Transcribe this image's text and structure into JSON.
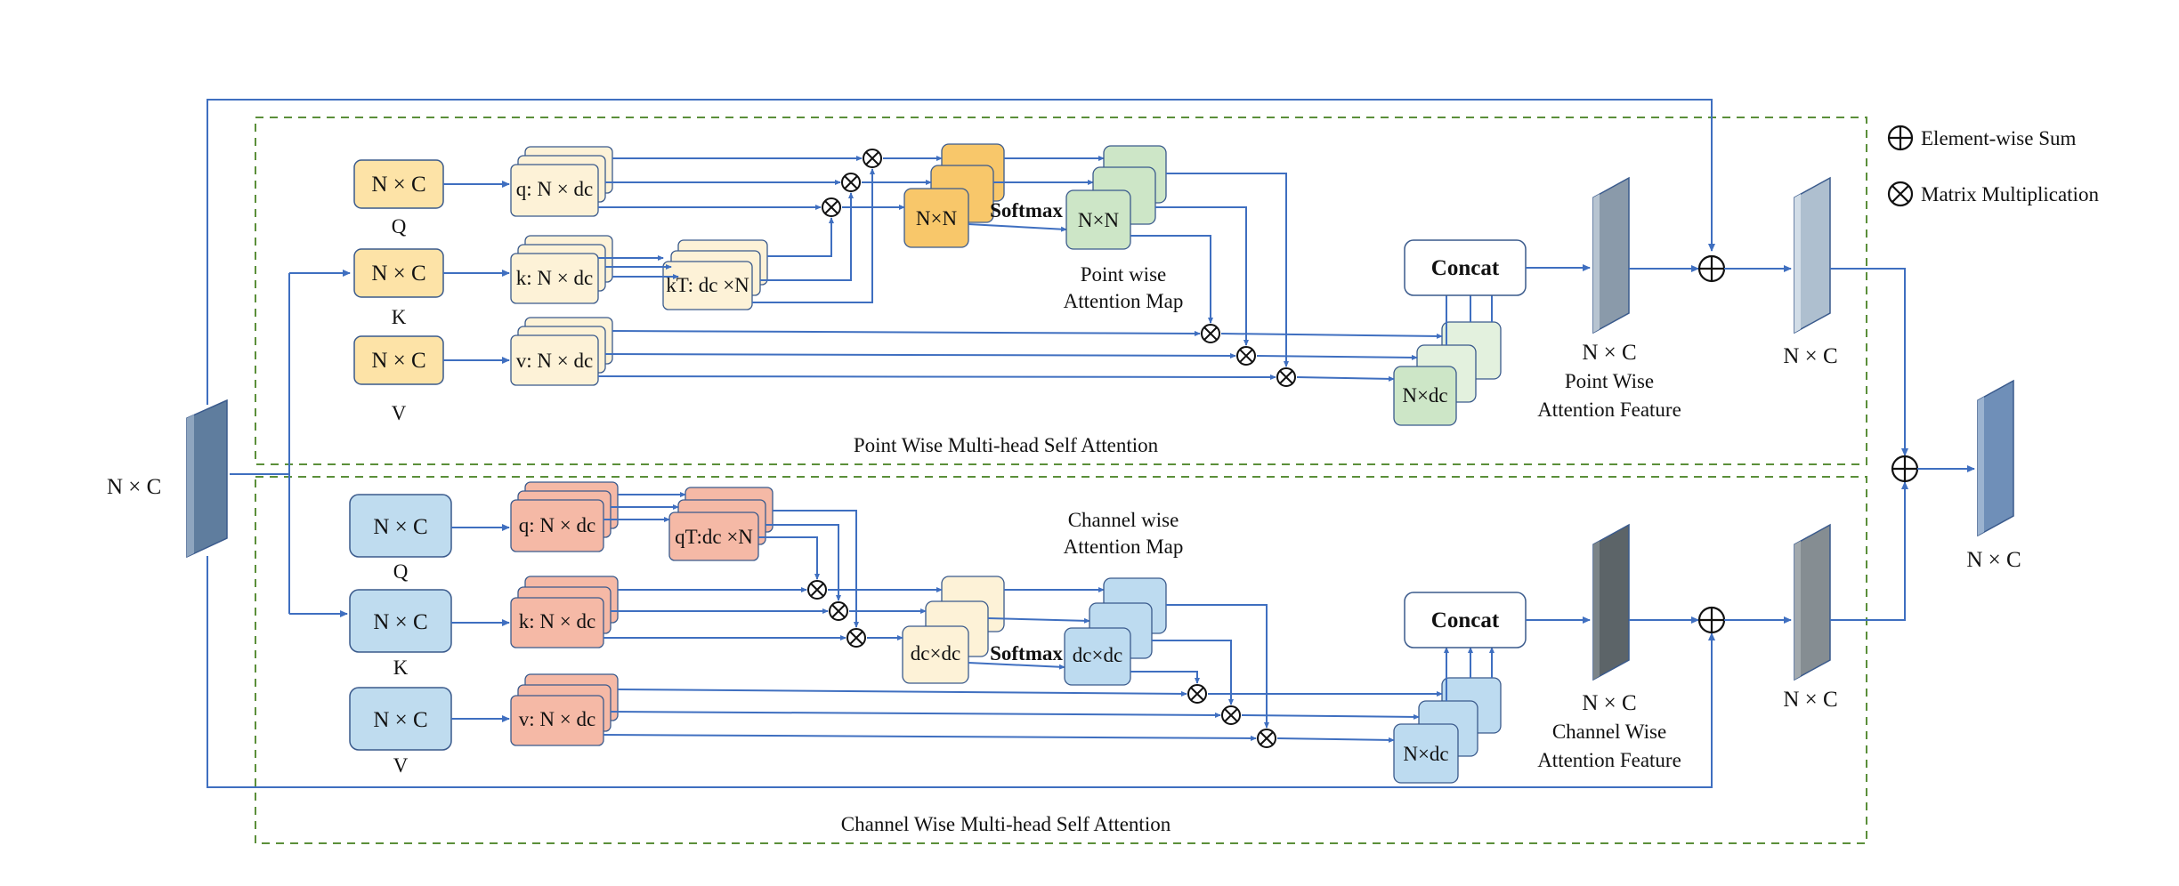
{
  "labels": {
    "input_dim": "N × C",
    "nc": "N × C",
    "q": "Q",
    "k": "K",
    "v": "V",
    "q_point": "q: N × dc",
    "k_point": "k: N × dc",
    "kT_point": "kT: dc ×N",
    "v_point": "v: N × dc",
    "nxn": "N×N",
    "softmax": "Softmax",
    "point_map": [
      "Point wise",
      "Attention Map"
    ],
    "concat": "Concat",
    "ndc": "N×dc",
    "point_feat": [
      "N × C",
      "Point Wise",
      "Attention Feature"
    ],
    "point_title": "Point Wise  Multi-head Self Attention",
    "q_chan": "q: N × dc",
    "qT_chan": "qT:dc ×N",
    "k_chan": "k: N × dc",
    "v_chan": "v: N × dc",
    "dcxdc": "dc×dc",
    "chan_map": [
      "Channel wise",
      "Attention Map"
    ],
    "chan_feat": [
      "N × C",
      "Channel Wise",
      "Attention Feature"
    ],
    "chan_title": "Channel Wise  Multi-head Self Attention",
    "legend_sum": "Element-wise Sum",
    "legend_mult": "Matrix Multiplication"
  },
  "colors": {
    "connector": "#3f6fc0",
    "dashed_border": "#5b8f3a",
    "qkv_point_fill": "#fde3a7",
    "qkv_point_stroke": "#3a5a8c",
    "qkv_chan_fill": "#bfdcef",
    "proj_point_fill": "#fdf2d7",
    "proj_chan_fill": "#f5b9a6",
    "nxn_fill": "#f8c76a",
    "green_fill": "#cde6c7",
    "green_light": "#e3f1de",
    "chan_map_light": "#fdf2d7",
    "chan_map_blue": "#bddbf0",
    "out_blue": "#bddbf0",
    "slab_input": "#5f7d9e",
    "slab_point": "#8a9aaa",
    "slab_sum_point": "#aebfcf",
    "slab_chan_dark": "#5c6468",
    "slab_chan": "#858d92",
    "slab_final": "#6f8fb8"
  }
}
